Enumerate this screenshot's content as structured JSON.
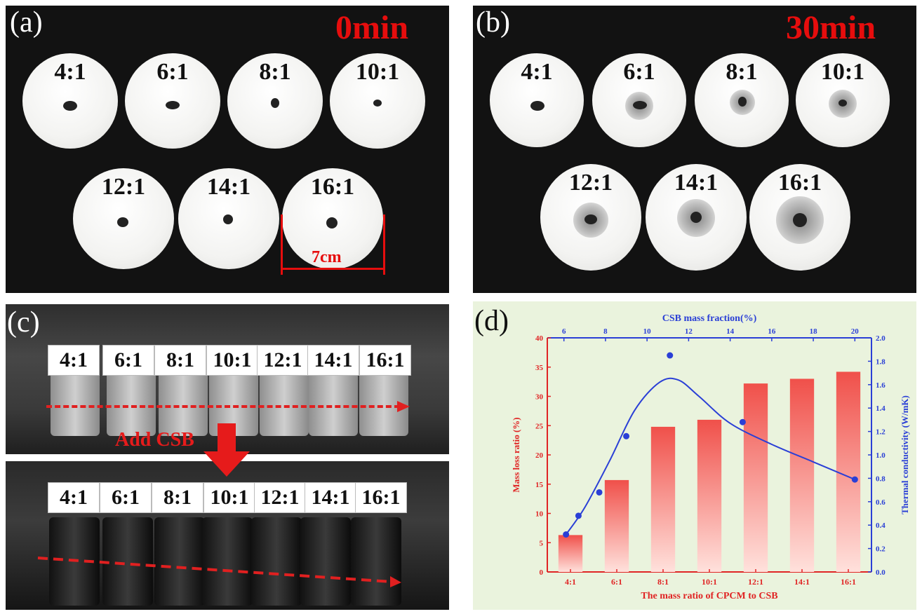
{
  "panel_a": {
    "letter": "(a)",
    "time": "0min",
    "ratios": [
      "4:1",
      "6:1",
      "8:1",
      "10:1",
      "12:1",
      "14:1",
      "16:1"
    ],
    "scale_label": "7cm"
  },
  "panel_b": {
    "letter": "(b)",
    "time": "30min",
    "ratios": [
      "4:1",
      "6:1",
      "8:1",
      "10:1",
      "12:1",
      "14:1",
      "16:1"
    ]
  },
  "panel_c": {
    "letter": "(c)",
    "ratios": [
      "4:1",
      "6:1",
      "8:1",
      "10:1",
      "12:1",
      "14:1",
      "16:1"
    ],
    "arrow_text": "Add CSB"
  },
  "panel_d": {
    "letter": "(d)",
    "colors": {
      "bar": "#f0504a",
      "line": "#2a3fd6",
      "bg": "#eaf3dd"
    }
  },
  "chart_data": {
    "type": "bar",
    "categories": [
      "4:1",
      "6:1",
      "8:1",
      "10:1",
      "12:1",
      "14:1",
      "16:1"
    ],
    "series": [
      {
        "values": [
          6.3,
          15.7,
          24.8,
          26.0,
          32.2,
          33.0,
          34.2
        ]
      }
    ],
    "thermal_conductivity_points": {
      "x": [
        6.1,
        6.7,
        7.7,
        9.0,
        11.1,
        14.6,
        20.0
      ],
      "y": [
        0.32,
        0.48,
        0.68,
        1.16,
        1.85,
        1.28,
        0.79
      ]
    },
    "xlabel": "The mass ratio of CPCM to CSB",
    "x2label": "CSB mass fraction(%)",
    "x2ticks": [
      "6",
      "8",
      "10",
      "12",
      "14",
      "16",
      "18",
      "20"
    ],
    "x2lim": [
      5.2,
      20.8
    ],
    "ylabel": "Mass loss ratio (%)",
    "ylim": [
      0,
      40
    ],
    "yticks": [
      "0",
      "5",
      "10",
      "15",
      "20",
      "25",
      "30",
      "35",
      "40"
    ],
    "y2label": "Thermal conductivity (W/mK)",
    "y2lim": [
      0,
      2.0
    ],
    "y2ticks": [
      "0.0",
      "0.2",
      "0.4",
      "0.6",
      "0.8",
      "1.0",
      "1.2",
      "1.4",
      "1.6",
      "1.8",
      "2.0"
    ]
  }
}
